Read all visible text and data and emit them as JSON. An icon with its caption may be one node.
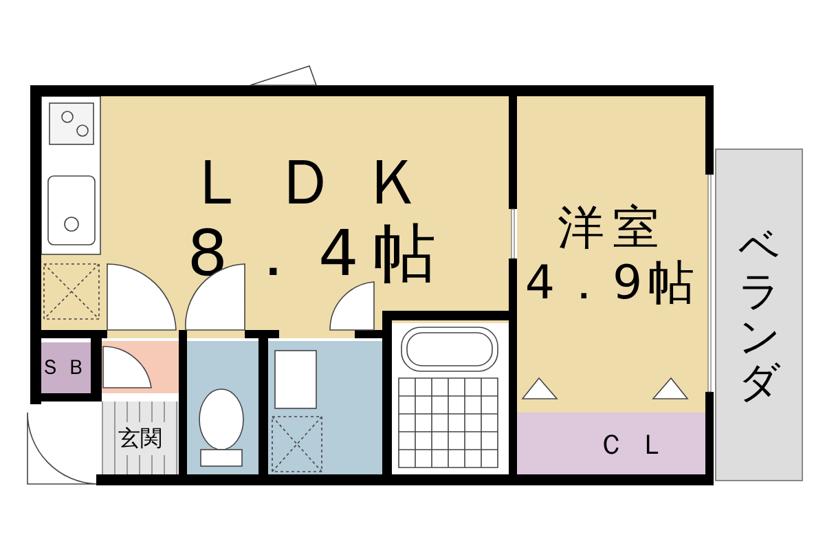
{
  "diagram": {
    "nodes": [
      {
        "text": [
          "ＬＤＫ",
          "8．4帖"
        ]
      },
      {
        "text": [
          "洋室",
          "4．9帖"
        ]
      },
      {
        "text": [
          "ベランダ"
        ]
      },
      {
        "text": [
          "ＣＬ"
        ]
      },
      {
        "text": [
          "ＳＢ"
        ]
      },
      {
        "text": [],
        "shape": "box"
      },
      {
        "text": [
          "玄関"
        ]
      },
      {
        "text": [],
        "shape": "box"
      },
      {
        "text": [],
        "shape": "box"
      },
      {
        "text": [],
        "shape": "box"
      }
    ],
    "edges": []
  }
}
